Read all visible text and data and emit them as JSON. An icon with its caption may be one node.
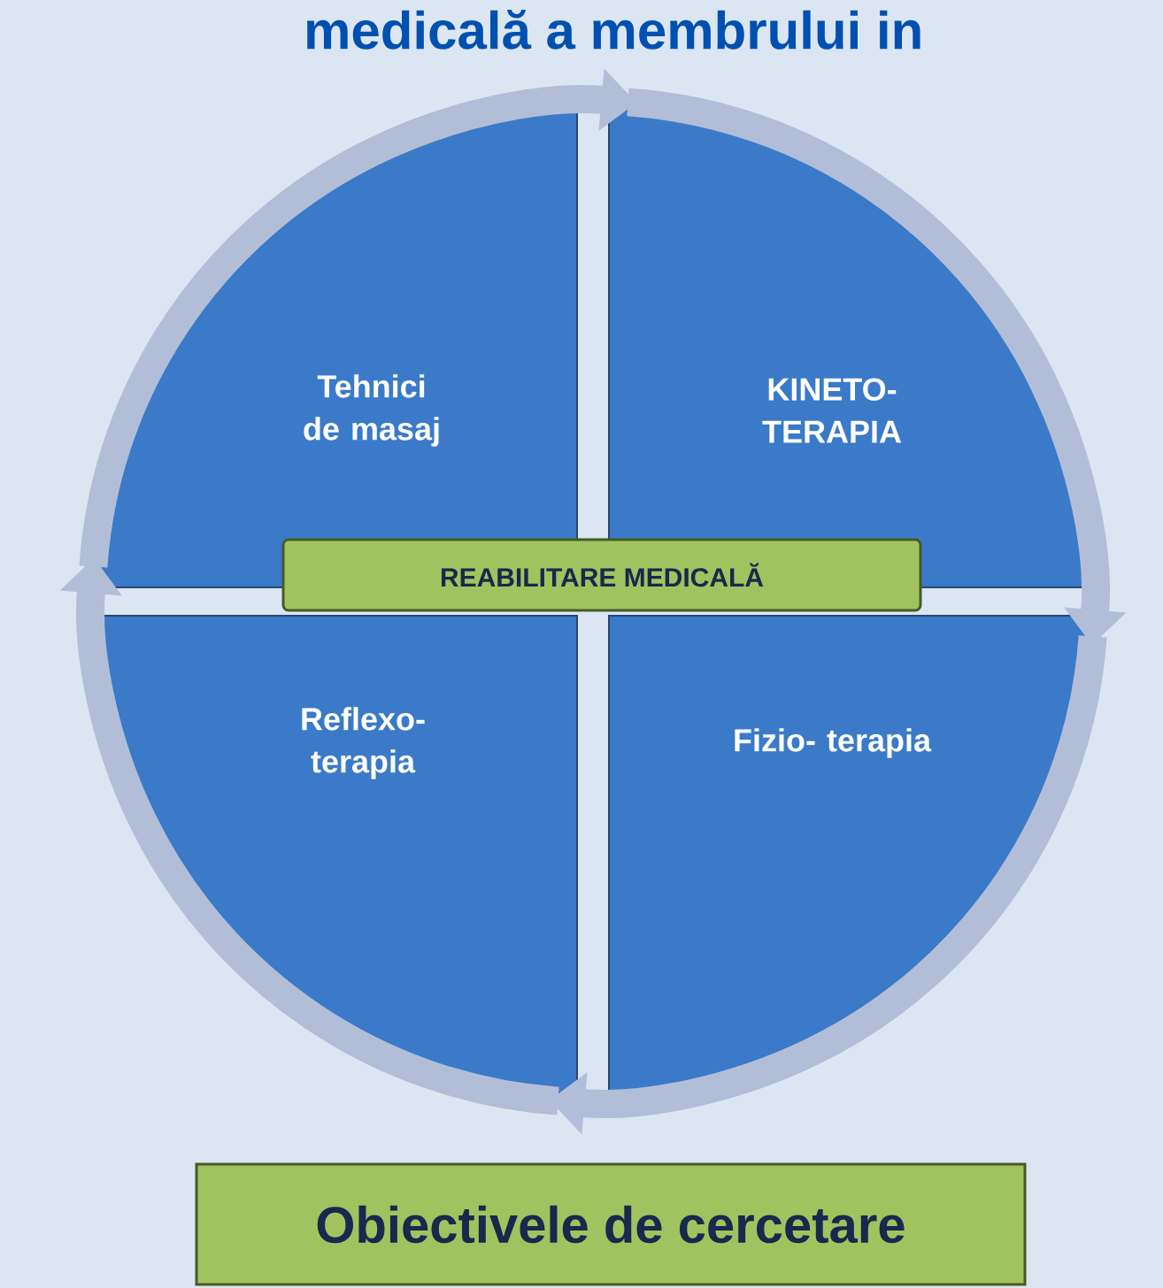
{
  "diagram": {
    "title": "medicală a membrului in",
    "nodes": [
      {
        "text": [
          "Tehnici de masaj"
        ]
      },
      {
        "text": [
          "KINETO- TERAPIA"
        ]
      },
      {
        "text": [
          "Fizio- terapia"
        ]
      },
      {
        "text": [
          "Reflexo- terapia"
        ]
      },
      {
        "text": [
          "REABILITARE MEDICALĂ"
        ]
      },
      {
        "text": [
          "Obiectivele de cercetare"
        ]
      }
    ],
    "edges": [
      {
        "from": 0,
        "to": 1,
        "arrow": "to"
      },
      {
        "from": 1,
        "to": 2,
        "arrow": "to"
      },
      {
        "from": 2,
        "to": 3,
        "arrow": "to"
      },
      {
        "from": 3,
        "to": 0,
        "arrow": "to"
      }
    ]
  }
}
